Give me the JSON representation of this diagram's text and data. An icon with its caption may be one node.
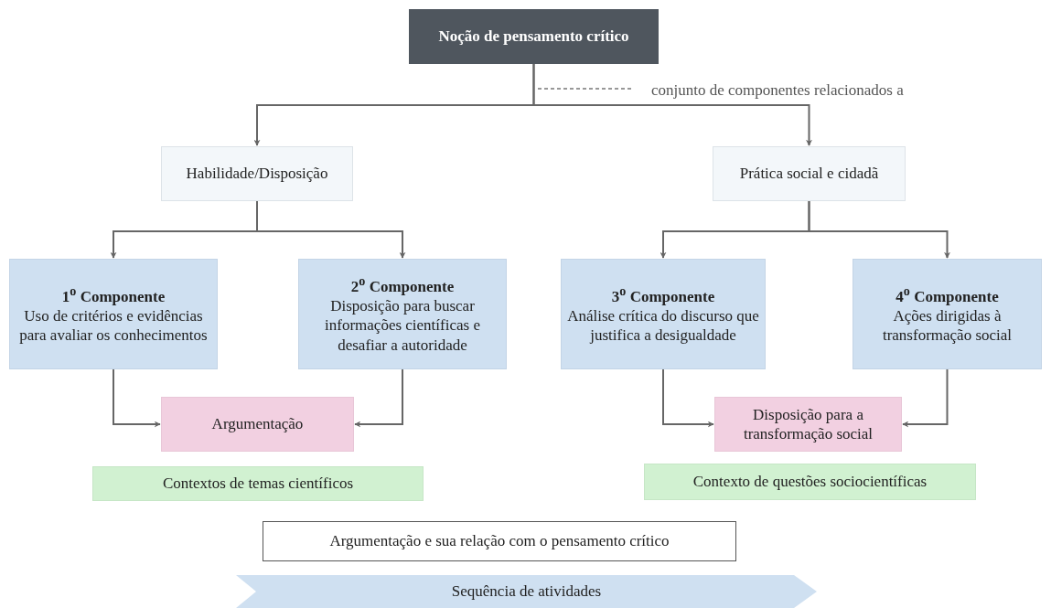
{
  "diagram": {
    "nodes": [
      {
        "text": [
          "Noção de pensamento crítico"
        ]
      },
      {
        "text": [
          "Habilidade/Disposição"
        ]
      },
      {
        "text": [
          "Prática social e cidadã"
        ]
      },
      {
        "text": [
          "1$^{o}$ Componente",
          "Uso de critérios e evidências para avaliar os conhecimentos"
        ]
      },
      {
        "text": [
          "2$^{o}$ Componente",
          "Disposição para buscar informações científicas e desafiar a autoridade"
        ]
      },
      {
        "text": [
          "3$^{o}$ Componente",
          "Análise crítica do discurso que justifica a desigualdade"
        ]
      },
      {
        "text": [
          "4$^{o}$ Componente",
          "Ações dirigidas à transformação social"
        ]
      },
      {
        "text": [
          "Argumentação"
        ]
      },
      {
        "text": [
          "Disposição para a transformação social"
        ]
      },
      {
        "text": [
          "Contextos de temas científicos"
        ]
      },
      {
        "text": [
          "Contexto de questões sociocientíficas"
        ]
      },
      {
        "text": [
          "Argumentação e sua relação com o pensamento crítico"
        ]
      },
      {
        "text": [
          "Sequência de atividades"
        ]
      },
      {
        "text": [
          "conjunto de componentes relacionados a"
        ]
      }
    ],
    "edges": [
      {
        "from": 0,
        "to": 1,
        "arrow": "to"
      },
      {
        "from": 0,
        "to": 2,
        "arrow": "to"
      },
      {
        "from": 1,
        "to": 3,
        "arrow": "to"
      },
      {
        "from": 1,
        "to": 4,
        "arrow": "to"
      },
      {
        "from": 2,
        "to": 5,
        "arrow": "to"
      },
      {
        "from": 2,
        "to": 6,
        "arrow": "to"
      },
      {
        "from": 3,
        "to": 7,
        "arrow": "to"
      },
      {
        "from": 4,
        "to": 7,
        "arrow": "to"
      },
      {
        "from": 5,
        "to": 8,
        "arrow": "to"
      },
      {
        "from": 6,
        "to": 8,
        "arrow": "to"
      },
      {
        "from": 13,
        "to": null,
        "arrow": "none",
        "style": "dashed"
      }
    ]
  }
}
